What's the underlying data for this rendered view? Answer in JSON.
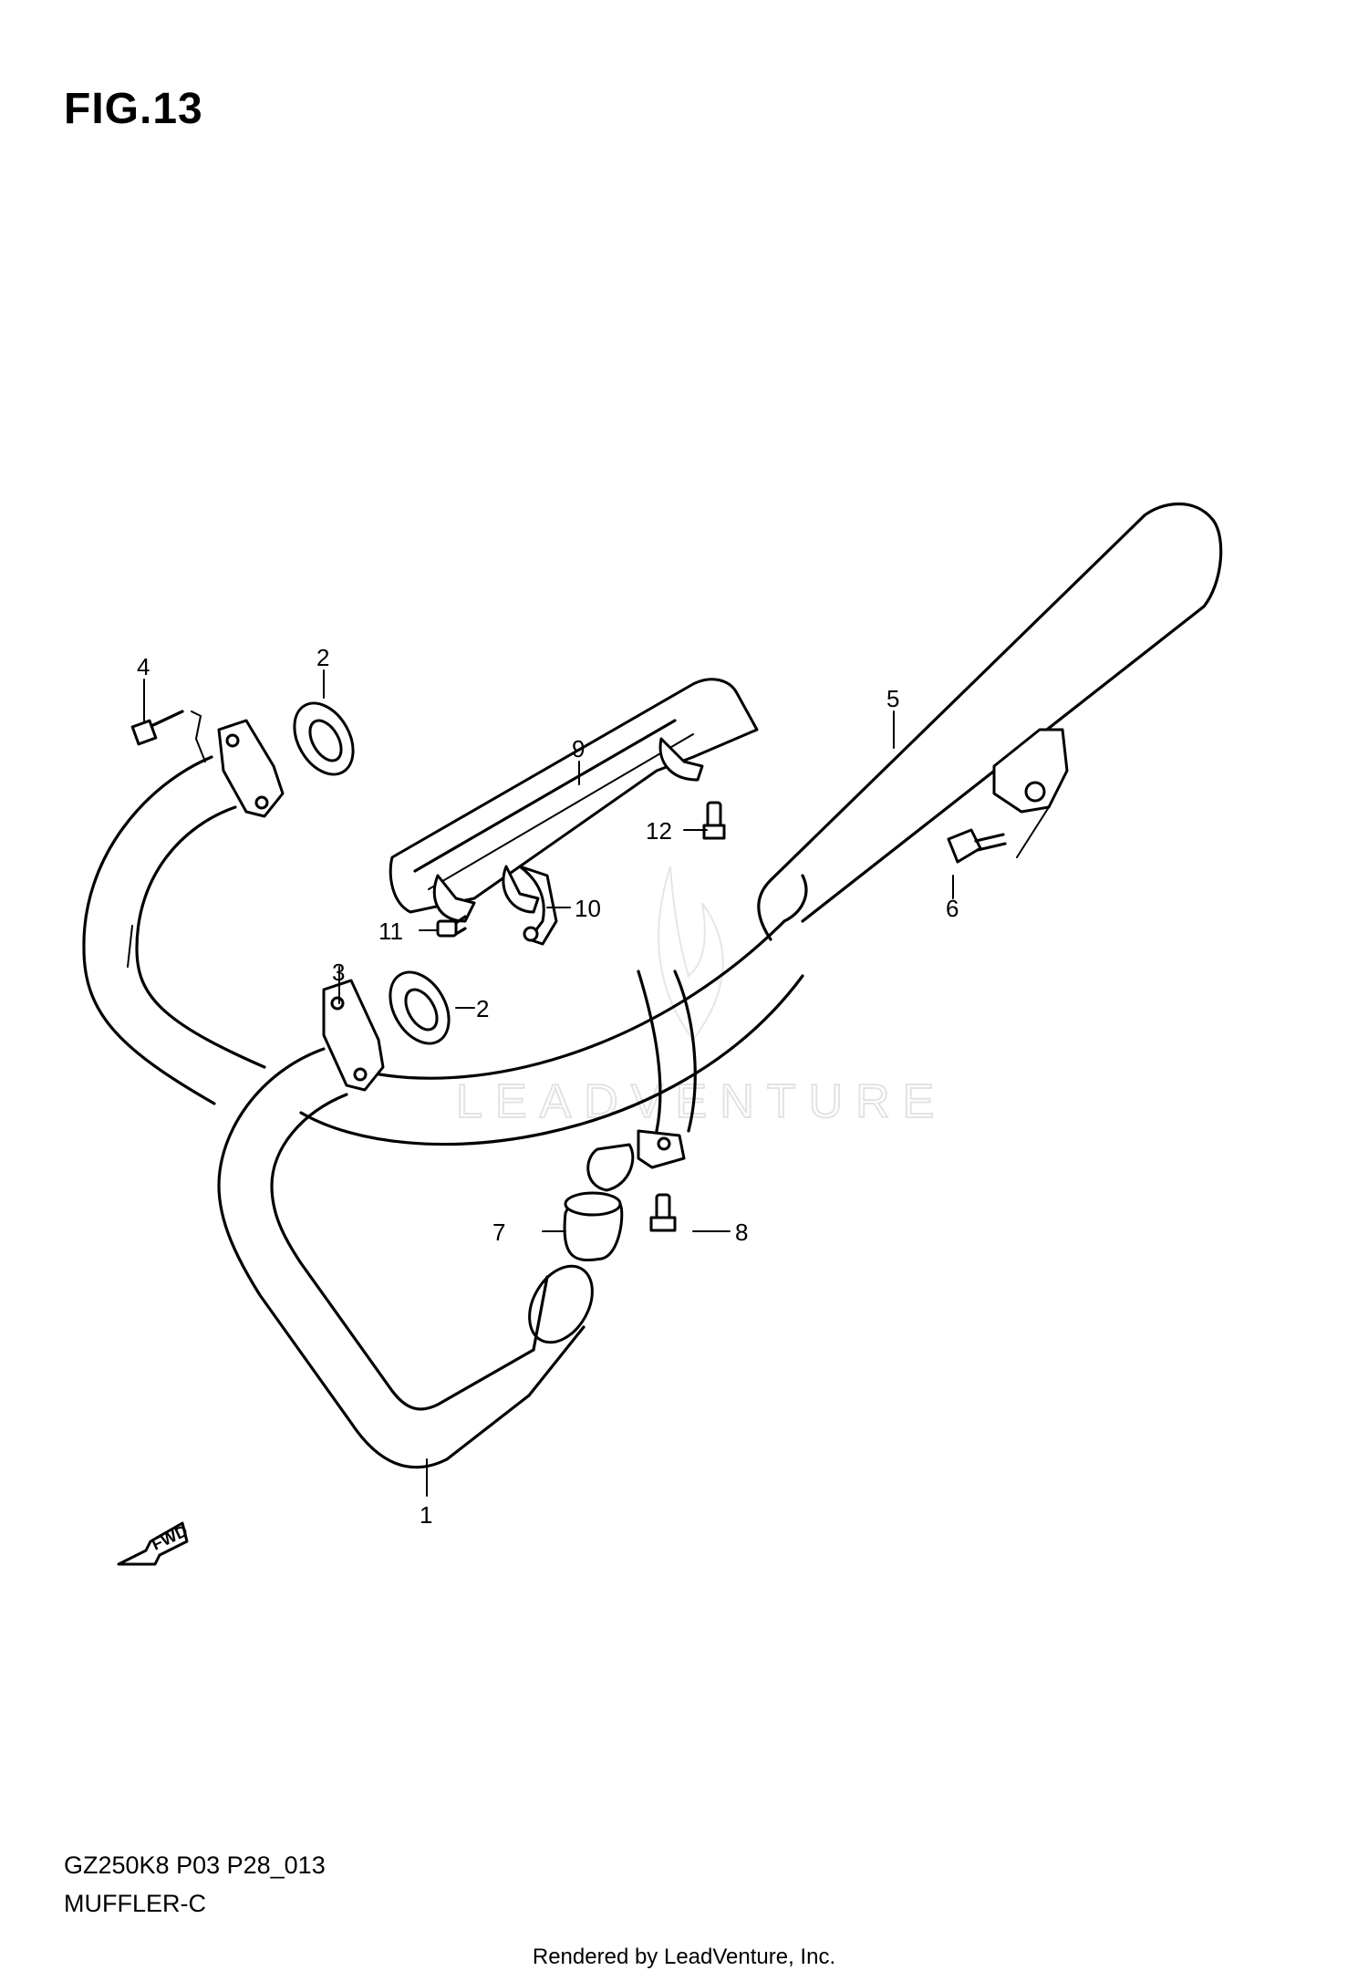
{
  "figure": {
    "title": "FIG.13",
    "model_code": "GZ250K8 P03 P28_013",
    "section_name": "MUFFLER-C"
  },
  "watermark": "LEADVENTURE",
  "callouts": [
    "1",
    "2",
    "2",
    "3",
    "4",
    "5",
    "6",
    "7",
    "8",
    "9",
    "10",
    "11",
    "12"
  ],
  "direction_label": "FWD",
  "footer": "Rendered by LeadVenture, Inc."
}
